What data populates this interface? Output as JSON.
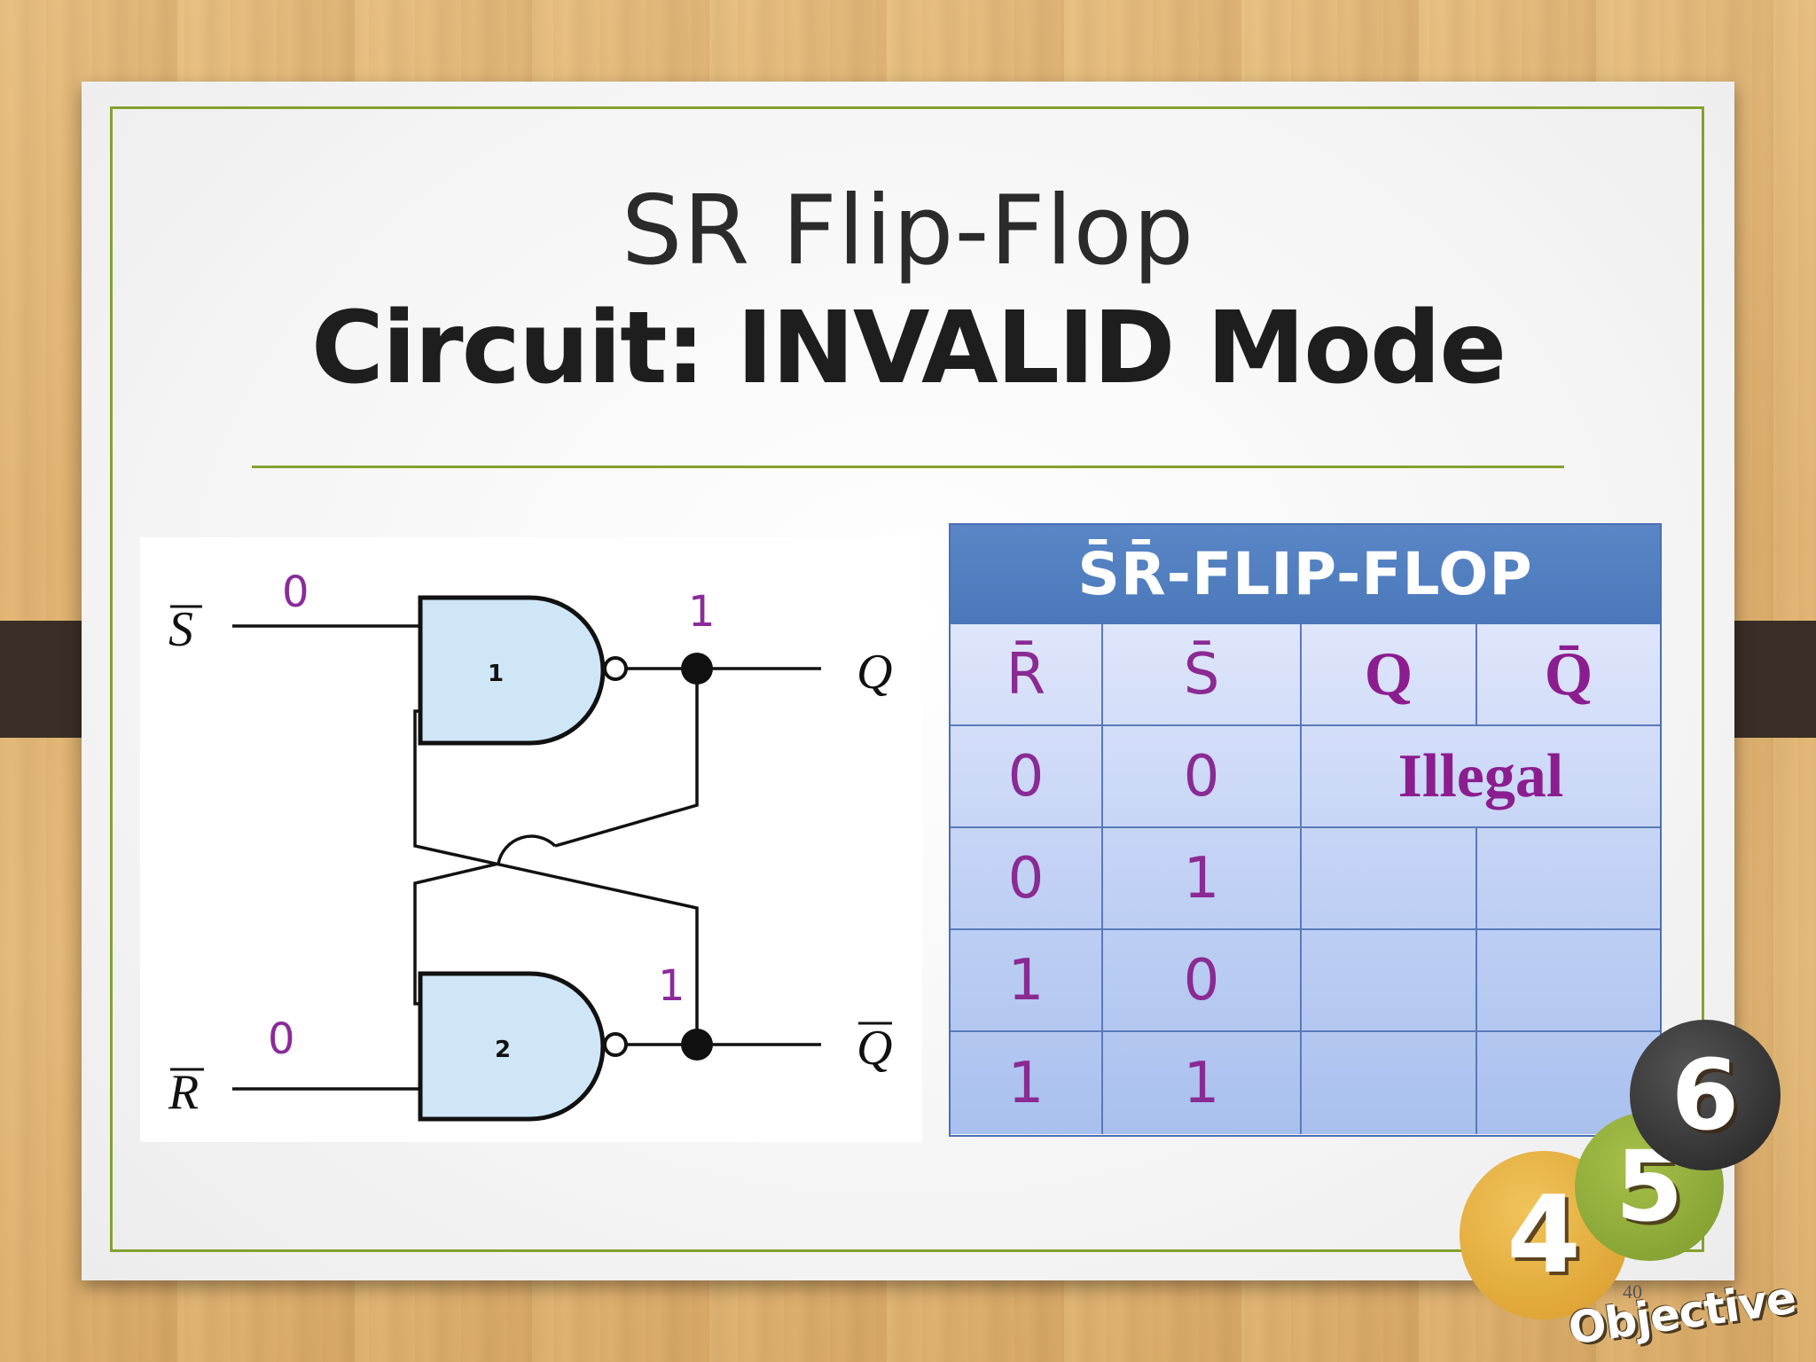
{
  "slide": {
    "title_line1": "SR Flip-Flop",
    "title_line2": "Circuit: INVALID Mode",
    "page_number": "40"
  },
  "circuit": {
    "s_label": "S",
    "r_label": "R",
    "q_label": "Q",
    "qbar_label": "Q",
    "s_value": "0",
    "r_value": "0",
    "q_value": "1",
    "qbar_value": "1",
    "gate1_label": "1",
    "gate2_label": "2"
  },
  "truth_table": {
    "title": "S̄R̄-FLIP-FLOP",
    "headers": [
      "R̄",
      "S̄",
      "Q",
      "Q̄"
    ],
    "rows": [
      {
        "r": "0",
        "s": "0",
        "note": "Illegal"
      },
      {
        "r": "0",
        "s": "1"
      },
      {
        "r": "1",
        "s": "0"
      },
      {
        "r": "1",
        "s": "1"
      }
    ]
  },
  "logo": {
    "digits": [
      "4",
      "5",
      "6"
    ],
    "text": "Objective",
    "colors": {
      "four": "#e0a93a",
      "five": "#8aa537",
      "six": "#2f2f2f"
    }
  },
  "colors": {
    "accent_green": "#86a02e",
    "table_header_blue": "#4a78ba",
    "table_text_purple": "#8a2a92",
    "gate_fill": "#cfe6f7",
    "signal_purple": "#8b2a9a"
  }
}
